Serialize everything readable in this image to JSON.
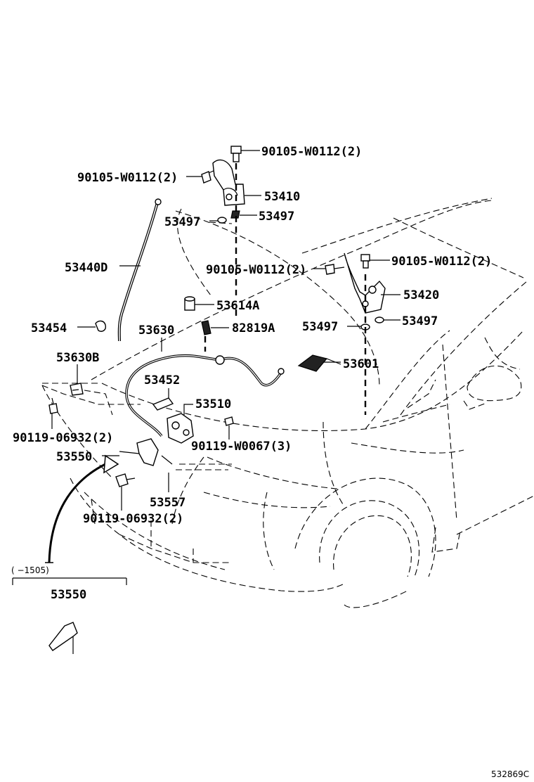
{
  "diagram": {
    "labels": {
      "p_90105_top": "90105-W0112(2)",
      "p_90105_left": "90105-W0112(2)",
      "p_53410": "53410",
      "p_53497_a": "53497",
      "p_53497_b": "53497",
      "p_53440d": "53440D",
      "p_90105_mid": "90105-W0112(2)",
      "p_90105_right": "90105-W0112(2)",
      "p_53420": "53420",
      "p_53614a": "53614A",
      "p_53454": "53454",
      "p_53630": "53630",
      "p_82819a": "82819A",
      "p_53497_c": "53497",
      "p_53497_d": "53497",
      "p_53630b": "53630B",
      "p_53601": "53601",
      "p_53452": "53452",
      "p_53510": "53510",
      "p_90119_left": "90119-06932(2)",
      "p_90119_w": "90119-W0067(3)",
      "p_53550": "53550",
      "p_53557": "53557",
      "p_90119_bottom": "90119-06932(2)",
      "range_note": "(    −1505)",
      "p_53550_alt": "53550",
      "figure_code": "532869C"
    }
  }
}
